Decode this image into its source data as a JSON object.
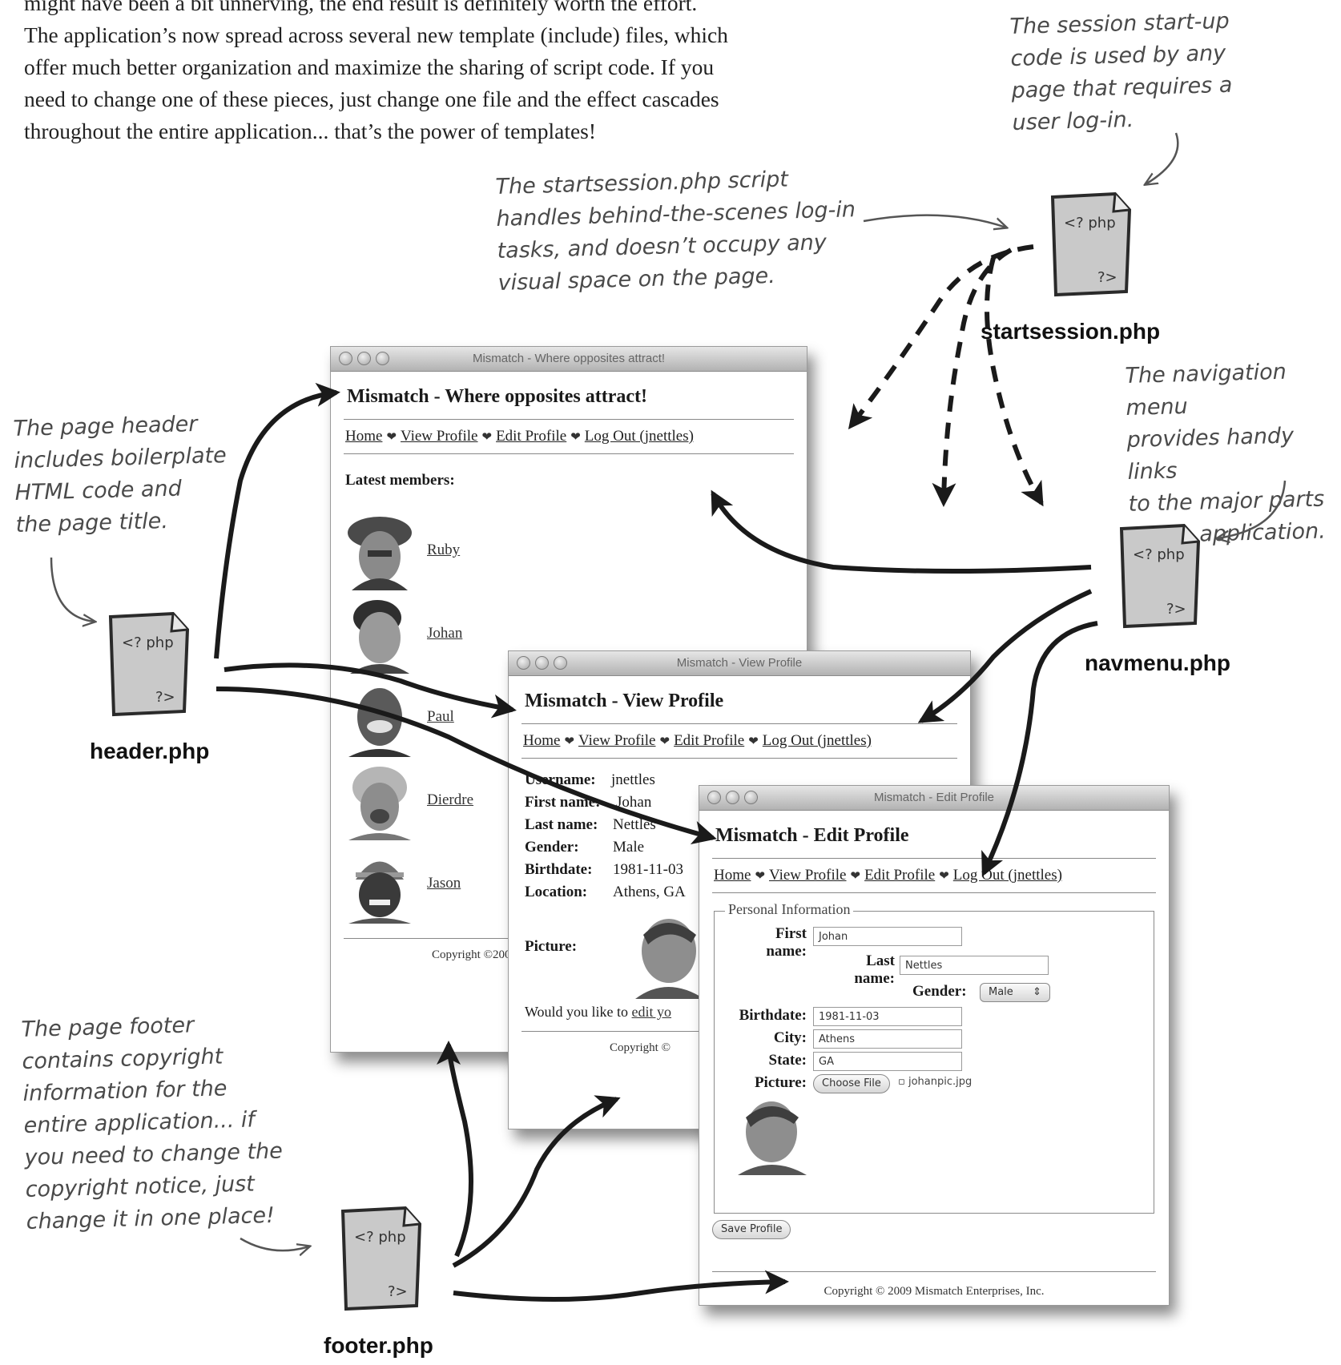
{
  "intro": {
    "line1": "might have been a bit unnerving, the end result is definitely worth the effort.",
    "line2": "The application’s now spread across several new template (include) files, which",
    "line3": "offer much better organization and maximize the sharing of script code. If you",
    "line4": "need to change one of these pieces, just change one file and the effect cascades",
    "line5": "throughout the entire application... that’s the power of templates!"
  },
  "annotations": {
    "session": [
      "The session start-up",
      "code is used by any",
      "page that requires a",
      "user log-in."
    ],
    "startsession": [
      "The startsession.php script",
      "handles behind-the-scenes log-in",
      "tasks, and doesn’t occupy any",
      "visual space on the page."
    ],
    "navmenu": [
      "The navigation menu",
      "provides handy links",
      "to the major parts",
      "of the application."
    ],
    "header": [
      "The page header",
      "includes boilerplate",
      "HTML code and",
      "the page title."
    ],
    "footer": [
      "The page footer",
      "contains copyright",
      "information for the",
      "entire application... if",
      "you need to change the",
      "copyright notice, just",
      "change it in one place!"
    ]
  },
  "files": {
    "startsession": "startsession.php",
    "navmenu": "navmenu.php",
    "header": "header.php",
    "footer": "footer.php",
    "icon_open": "<? php",
    "icon_close": "?>"
  },
  "nav": {
    "home": "Home",
    "view": "View Profile",
    "edit": "Edit Profile",
    "logout": "Log Out (jnettles)"
  },
  "win_home": {
    "titlebar": "Mismatch - Where opposites attract!",
    "heading": "Mismatch - Where opposites attract!",
    "section": "Latest members:",
    "members": [
      "Ruby",
      "Johan",
      "Paul",
      "Dierdre",
      "Jason"
    ],
    "footer": "Copyright ©200"
  },
  "win_view": {
    "titlebar": "Mismatch - View Profile",
    "heading": "Mismatch - View Profile",
    "username_label": "Username:",
    "username": "jnettles",
    "first_label": "First name:",
    "first": "Johan",
    "last_label": "Last name:",
    "last": "Nettles",
    "gender_label": "Gender:",
    "gender": "Male",
    "birth_label": "Birthdate:",
    "birth": "1981-11-03",
    "loc_label": "Location:",
    "loc": "Athens, GA",
    "pic_label": "Picture:",
    "edit_prompt": "Would you like to ",
    "edit_link": "edit yo",
    "footer": "Copyright ©"
  },
  "win_edit": {
    "titlebar": "Mismatch - Edit Profile",
    "heading": "Mismatch - Edit Profile",
    "legend": "Personal Information",
    "first_label": "First name:",
    "first_value": "Johan",
    "last_label": "Last name:",
    "last_value": "Nettles",
    "gender_label": "Gender:",
    "gender_value": "Male",
    "birth_label": "Birthdate:",
    "birth_value": "1981-11-03",
    "city_label": "City:",
    "city_value": "Athens",
    "state_label": "State:",
    "state_value": "GA",
    "pic_label": "Picture:",
    "choose_file": "Choose File",
    "file_name": "johanpic.jpg",
    "save": "Save Profile",
    "footer": "Copyright © 2009 Mismatch Enterprises, Inc."
  }
}
